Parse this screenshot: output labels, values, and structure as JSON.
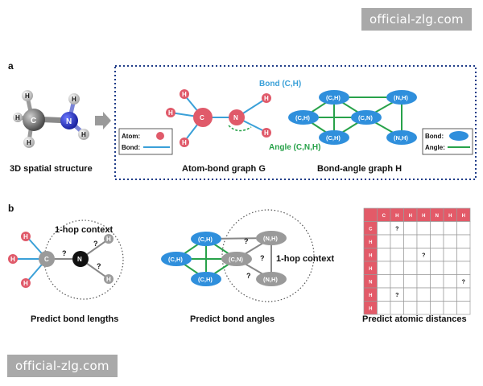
{
  "panel_a": {
    "label": "a",
    "structure_caption": "3D spatial structure",
    "methylamine": {
      "carbon": "C",
      "nitrogen": "N",
      "hydrogen": "H"
    },
    "atom_bond_caption": "Atom-bond graph G",
    "bond_angle_caption": "Bond-angle graph H",
    "bond_annotation": "Bond (C,H)",
    "angle_annotation": "Angle (C,N,H)",
    "legend_left": {
      "atom": "Atom:",
      "bond": "Bond:"
    },
    "legend_right": {
      "bond": "Bond:",
      "angle": "Angle:"
    },
    "graph_g": {
      "carbon": "C",
      "nitrogen": "N",
      "hydrogen": "H"
    },
    "graph_h_nodes": [
      "(C,H)",
      "(N,H)",
      "(C,H)",
      "(C,N)",
      "(C,H)",
      "(N,H)"
    ]
  },
  "panel_b": {
    "label": "b",
    "context_left": "1-hop context",
    "context_right": "1-hop context",
    "bond_lengths_caption": "Predict bond lengths",
    "bond_angles_caption": "Predict bond angles",
    "distances_caption": "Predict atomic distances",
    "question": "?",
    "atoms": {
      "carbon": "C",
      "nitrogen": "N",
      "hydrogen": "H"
    },
    "angle_nodes": {
      "ch": "(C,H)",
      "cn": "(C,N)",
      "nh": "(N,H)"
    },
    "matrix": {
      "headers": [
        "C",
        "H",
        "H",
        "H",
        "N",
        "H",
        "H"
      ],
      "question_cells": [
        [
          0,
          1
        ],
        [
          2,
          3
        ],
        [
          4,
          6
        ],
        [
          5,
          1
        ]
      ]
    }
  },
  "watermark": "official-zlg.com",
  "colors": {
    "atom_red": "#e05a6a",
    "bond_blue": "#3aa0d8",
    "ellipse_blue": "#2f8fdc",
    "angle_green": "#28a24a",
    "nitrogen_blue": "#2530b8",
    "carbon_gray": "#8a8a8a",
    "box_navy": "#1f3c88",
    "matrix_header": "#e35a68"
  }
}
